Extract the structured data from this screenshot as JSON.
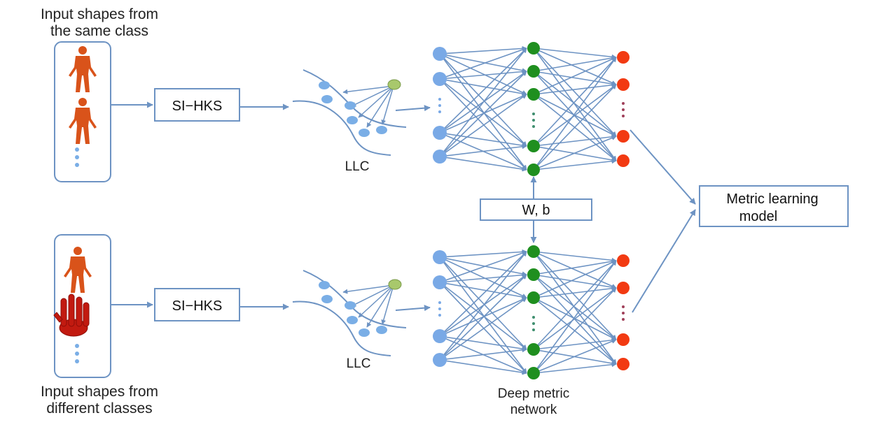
{
  "labels": {
    "top_caption_line1": "Input shapes from",
    "top_caption_line2": "the same class",
    "bottom_caption_line1": "Input shapes from",
    "bottom_caption_line2": "different classes",
    "sihks_top": "SI−HKS",
    "sihks_bottom": "SI−HKS",
    "llc_top": "LLC",
    "llc_bottom": "LLC",
    "shared_params": "W, b",
    "metric_line1": "Metric learning",
    "metric_line2": "model",
    "network_line1": "Deep metric",
    "network_line2": "network"
  },
  "colors": {
    "arrow": "#6d93c3",
    "box_border": "#6d93c3",
    "input_node": "#79a9e6",
    "hidden_node": "#1f8f1f",
    "output_node": "#f23a12",
    "llc_node": "#7aaee6",
    "llc_anchor": "#a8c86c",
    "shape_orange": "#d9531a",
    "shape_red": "#c21a10"
  },
  "icons": {
    "human_shape": "human-figure-icon",
    "hand_shape": "hand-figure-icon"
  }
}
